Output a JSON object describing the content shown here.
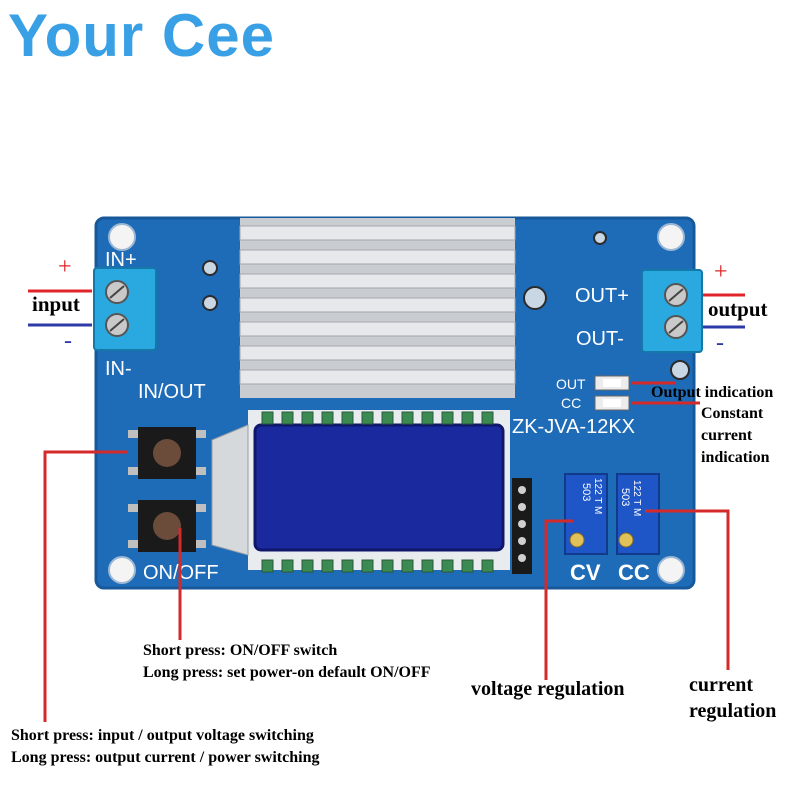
{
  "brand": {
    "text": "Your Cee",
    "color": "#3aa0e6"
  },
  "board": {
    "color": "#1e6bb8",
    "model": "ZK-JVA-12KX",
    "silkscreen": {
      "in_plus": "IN+",
      "in_minus": "IN-",
      "in_out": "IN/OUT",
      "on_off": "ON/OFF",
      "out_plus": "OUT+",
      "out_minus": "OUT-",
      "out_led": "OUT",
      "cc_led": "CC",
      "cv": "CV",
      "cc": "CC"
    },
    "pots": {
      "left_code": "503",
      "left_sub": "122 T M",
      "right_code": "503",
      "right_sub": "122 T M"
    }
  },
  "annotations": {
    "input_label": "input",
    "input_plus": "+",
    "input_minus": "-",
    "output_label": "output",
    "output_plus": "+",
    "output_minus": "-",
    "output_indication": "Output indication",
    "cc_indication_1": "Constant",
    "cc_indication_2": "current",
    "cc_indication_3": "indication",
    "onoff_short": "Short press: ON/OFF switch",
    "onoff_long": "Long press: set power-on default ON/OFF",
    "voltage_regulation": "voltage regulation",
    "current_regulation_1": "current",
    "current_regulation_2": "regulation",
    "inout_short": "Short press: input / output voltage switching",
    "inout_long": "Long press: output current / power switching"
  },
  "colors": {
    "plus": "#e0242a",
    "minus": "#2c3aa8",
    "leader": "#d42a2a",
    "terminal": "#2aa8e0",
    "lcd": "#1a2a9e"
  }
}
